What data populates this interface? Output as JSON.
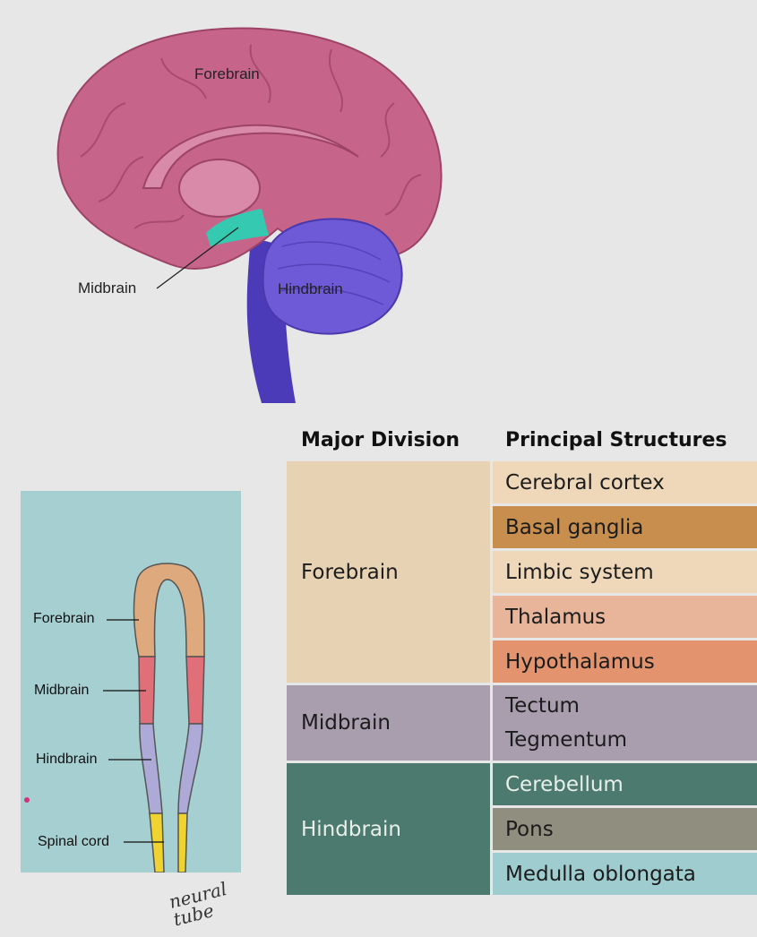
{
  "brain_diagram": {
    "labels": {
      "forebrain": "Forebrain",
      "midbrain": "Midbrain",
      "hindbrain": "Hindbrain"
    },
    "colors": {
      "forebrain": "#c7648a",
      "midbrain": "#35c9b1",
      "hindbrain": "#6e5ad6"
    }
  },
  "neural_tube": {
    "labels": {
      "forebrain": "Forebrain",
      "midbrain": "Midbrain",
      "hindbrain": "Hindbrain",
      "spinal_cord": "Spinal cord"
    },
    "colors": {
      "panel": "#a6cfd2",
      "forebrain": "#deaa7d",
      "midbrain": "#e06f79",
      "hindbrain": "#aeaad8",
      "spinal_cord": "#eed331"
    },
    "handwritten_note": "neural tube"
  },
  "table": {
    "headers": {
      "division": "Major Division",
      "structures": "Principal Structures"
    },
    "groups": [
      {
        "division": "Forebrain",
        "color": "#e7d3b3",
        "structures": [
          {
            "name": "Cerebral cortex",
            "color": "#efd8b9"
          },
          {
            "name": "Basal ganglia",
            "color": "#c78e4e"
          },
          {
            "name": "Limbic system",
            "color": "#efd8b9"
          },
          {
            "name": "Thalamus",
            "color": "#e8b59b"
          },
          {
            "name": "Hypothalamus",
            "color": "#e3946f"
          }
        ]
      },
      {
        "division": "Midbrain",
        "color": "#a89eae",
        "structures": [
          {
            "name": "Tectum",
            "name2": "Tegmentum",
            "color": "#a89eae"
          }
        ]
      },
      {
        "division": "Hindbrain",
        "color": "#4d7a6f",
        "structures": [
          {
            "name": "Cerebellum",
            "color": "#4d7a6f"
          },
          {
            "name": "Pons",
            "color": "#908e7e"
          },
          {
            "name": "Medulla oblongata",
            "color": "#9fcccf"
          }
        ]
      }
    ]
  }
}
